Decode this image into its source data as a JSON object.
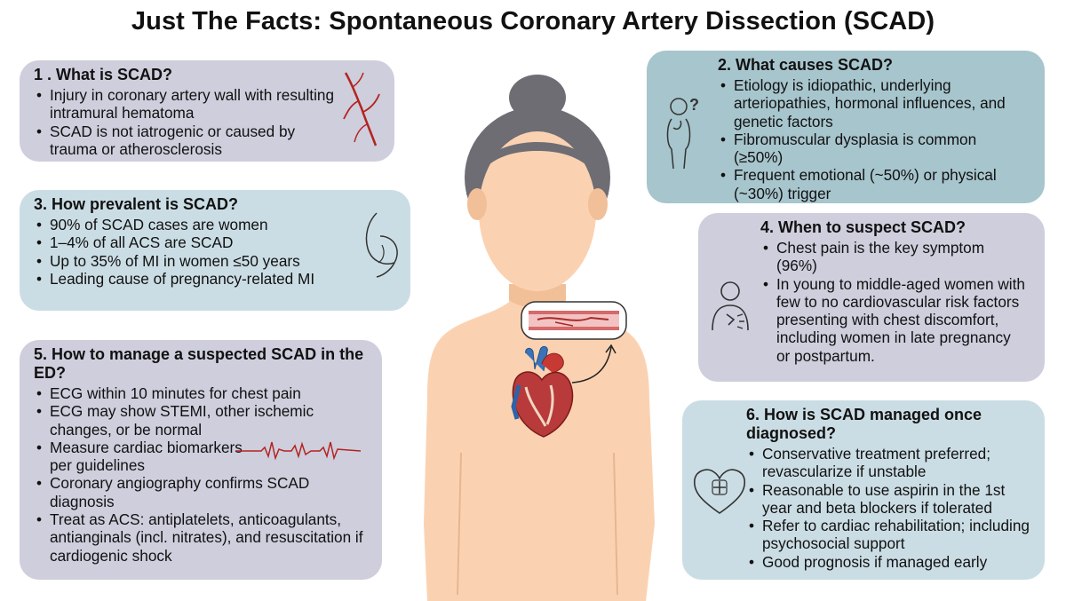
{
  "title": "Just The Facts: Spontaneous Coronary Artery Dissection (SCAD)",
  "sections": {
    "s1": {
      "heading": "1 . What is SCAD?",
      "bullets": [
        "Injury in coronary artery wall with resulting intramural hematoma",
        "SCAD is not iatrogenic or caused by trauma or atherosclerosis"
      ],
      "icon": "artery-icon"
    },
    "s2": {
      "heading": "2. What causes SCAD?",
      "bullets": [
        "Etiology is idiopathic, underlying arteriopathies, hormonal influences, and genetic factors",
        "Fibromuscular dysplasia is common (≥50%)",
        "Frequent emotional (~50%) or physical (~30%) trigger"
      ],
      "icon": "thinking-person-icon"
    },
    "s3": {
      "heading": "3. How prevalent is SCAD?",
      "bullets": [
        "90% of SCAD cases are women",
        "1–4% of all ACS are SCAD",
        "Up to 35% of MI in women ≤50 years",
        "Leading cause of pregnancy-related MI"
      ],
      "icon": "pregnant-woman-icon"
    },
    "s4": {
      "heading": "4. When to suspect SCAD?",
      "bullets": [
        "Chest pain is the key symptom (96%)",
        "In young to middle-aged women with few to no cardiovascular risk factors presenting with chest discomfort, including women in late pregnancy or postpartum."
      ],
      "icon": "chest-pain-person-icon"
    },
    "s5": {
      "heading": "5. How to manage a suspected SCAD in the ED?",
      "bullets": [
        "ECG within 10 minutes for chest pain",
        "ECG may show STEMI, other ischemic changes, or be normal",
        "Measure cardiac biomarkers per guidelines",
        "Coronary angiography confirms SCAD diagnosis",
        "Treat as ACS: antiplatelets, anticoagulants, antianginals (incl. nitrates), and resuscitation if cardiogenic shock"
      ],
      "icon": "ecg-line-icon"
    },
    "s6": {
      "heading": "6. How is SCAD managed once diagnosed?",
      "bullets": [
        "Conservative treatment preferred; revascularize if unstable",
        "Reasonable to use aspirin in the 1st year and beta blockers if tolerated",
        "Refer to cardiac rehabilitation; including psychosocial support",
        "Good prognosis if managed early"
      ],
      "icon": "heart-plus-icon"
    }
  },
  "colors": {
    "lavender": "#cecedd",
    "light_blue": "#cbdde4",
    "teal": "#a7c5cd",
    "skin": "#fbd2b1",
    "hair": "#6e6d74",
    "artery_red": "#b4231f"
  }
}
